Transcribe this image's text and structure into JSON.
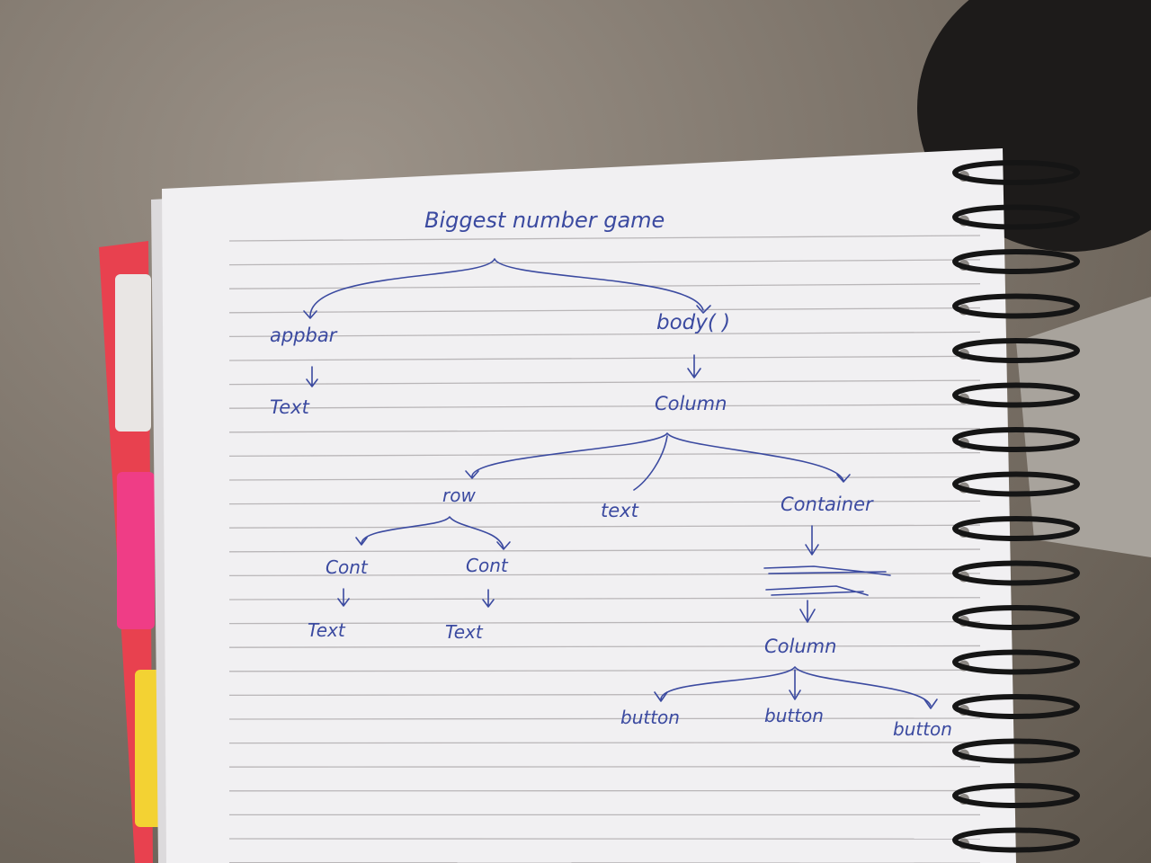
{
  "title": "Biggest number game",
  "nodes": {
    "appbar": "appbar",
    "appbar_text": "Text",
    "body": "body( )",
    "column": "Column",
    "row": "row",
    "middle_text": "text",
    "container": "Container",
    "cont_left": "Cont",
    "cont_right": "Cont",
    "cont_left_text": "Text",
    "cont_right_text": "Text",
    "inner_column": "Column",
    "button_1": "button",
    "button_2": "button",
    "button_3": "button"
  },
  "colors": {
    "ink": "#3b4aa0",
    "paper": "#f1f0f2",
    "tab_pink": "#ef3d86",
    "tab_yellow": "#f3d233",
    "cover_red": "#e8414f"
  }
}
